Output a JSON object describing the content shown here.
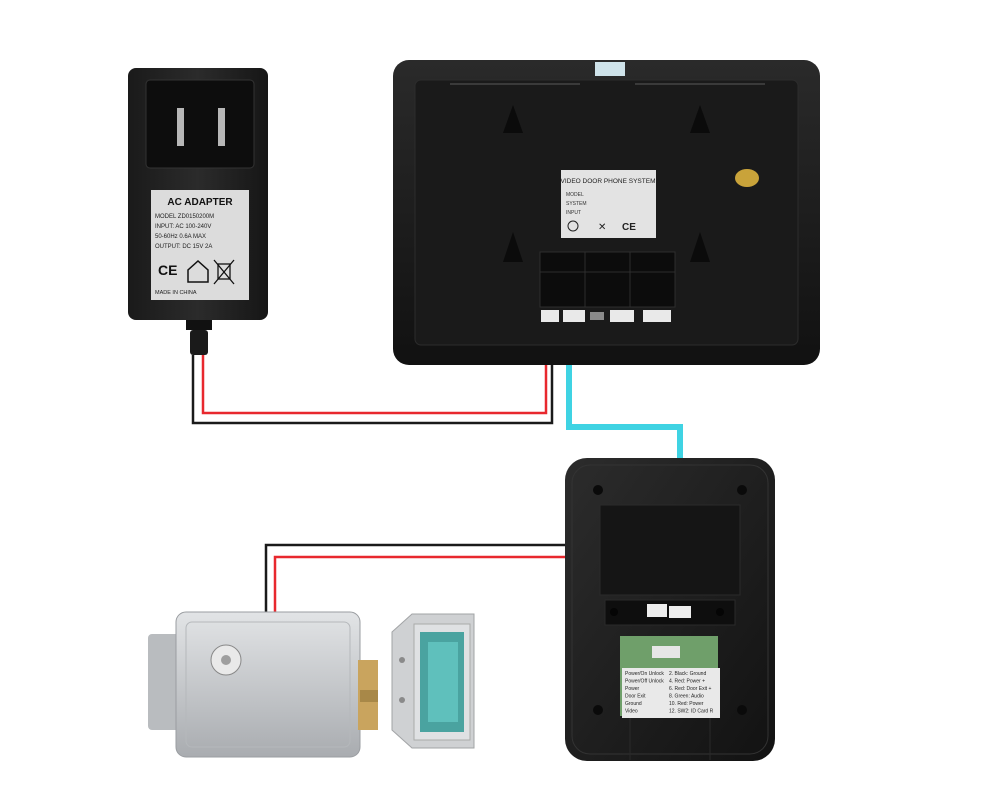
{
  "adapter": {
    "title": "AC ADAPTER",
    "model": "MODEL ZD0150200M",
    "input": "INPUT: AC 100-240V",
    "freq": "50-60Hz  0.6A MAX",
    "output": "OUTPUT: DC 15V  2A",
    "origin": "MADE IN CHINA",
    "ce_mark": "CE"
  },
  "monitor": {
    "label_title": "VIDEO DOOR PHONE SYSTEM",
    "label_model": "MODEL",
    "label_system": "SYSTEM",
    "label_input": "INPUT",
    "label_ce": "CE"
  },
  "outdoor_unit": {
    "terminal_notes_left": [
      "Power/On Unlock",
      "Power/Off Unlock",
      "Power",
      "Door Exit",
      "Ground",
      "Video"
    ],
    "terminal_notes_right": [
      "2. Black: Ground",
      "4. Red: Power +",
      "6. Red: Door Exit +",
      "8. Green: Audio",
      "10. Red: Power",
      "12. SW2: ID Card R"
    ]
  },
  "colors": {
    "power_wire": "#e8282e",
    "ground_wire": "#1a1a1a",
    "signal_wire": "#3fd3e3",
    "device_body": "#1c1c1c",
    "lock_body": "#c9cbce"
  }
}
